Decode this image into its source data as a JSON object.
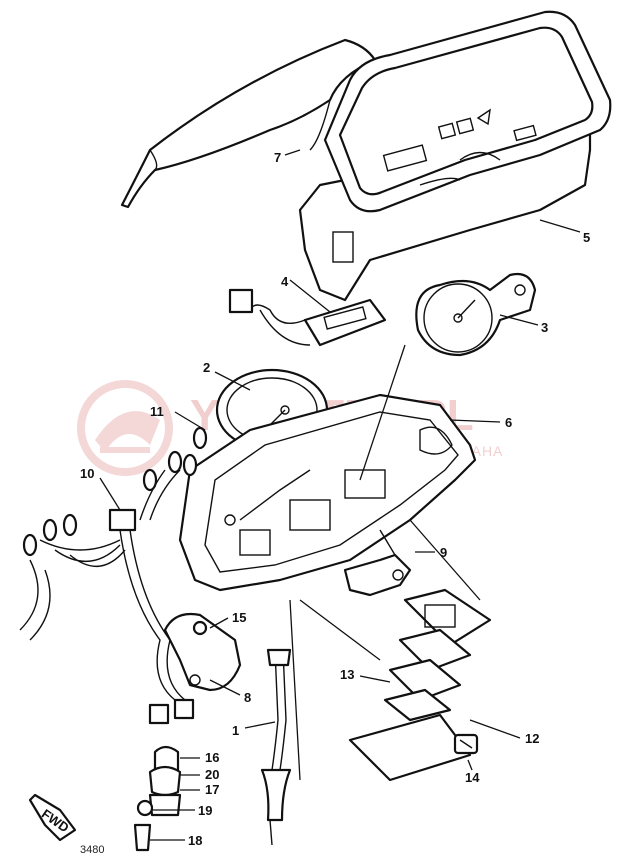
{
  "watermark": {
    "brand": "Y…..STER.PL",
    "tagline": "…NOWICZ DEALER YAMAHA",
    "color": "#e8a8a8"
  },
  "labels": {
    "p1": "1",
    "p2": "2",
    "p3": "3",
    "p4": "4",
    "p5": "5",
    "p6": "6",
    "p7": "7",
    "p8": "8",
    "p9": "9",
    "p10": "10",
    "p11": "11",
    "p12": "12",
    "p13": "13",
    "p14": "14",
    "p15": "15",
    "p16": "16",
    "p17": "17",
    "p18": "18",
    "p19": "19",
    "p20": "20"
  },
  "fwd_label": "FWD",
  "drawing_ref": "3480",
  "icons": [
    "fwd-arrow-icon",
    "watermark-logo-icon"
  ]
}
